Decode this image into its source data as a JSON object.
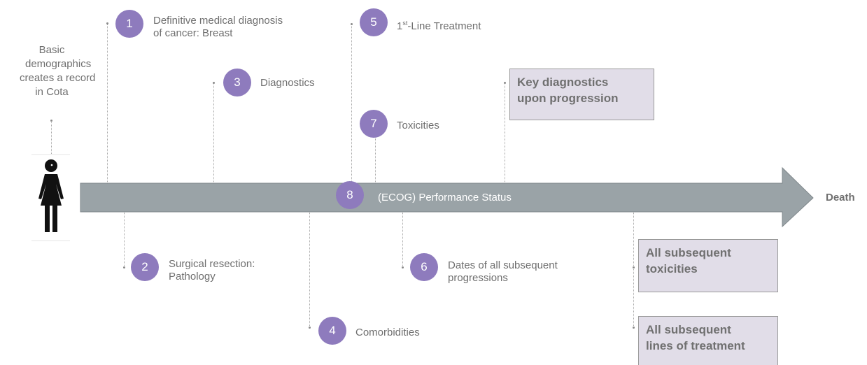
{
  "intro_text": [
    "Basic",
    "demographics",
    "creates a record",
    "in Cota"
  ],
  "end_label": "Death",
  "timeline_label": "(ECOG) Performance Status",
  "colors": {
    "badge": "#8e7bbd",
    "box_fill": "#e1dde8",
    "arrow": "#9aa3a7"
  },
  "icons": {
    "person": "woman-figure-icon"
  },
  "milestones": [
    {
      "number": "1",
      "lines": [
        "Definitive medical diagnosis",
        "of cancer: Breast"
      ]
    },
    {
      "number": "2",
      "lines": [
        "Surgical resection:",
        "Pathology"
      ]
    },
    {
      "number": "3",
      "lines": [
        "Diagnostics"
      ]
    },
    {
      "number": "4",
      "lines": [
        "Comorbidities"
      ]
    },
    {
      "number": "5",
      "prefix": "1",
      "superscript": "st",
      "suffix": "-Line Treatment"
    },
    {
      "number": "6",
      "lines": [
        "Dates of all subsequent",
        "progressions"
      ]
    },
    {
      "number": "7",
      "lines": [
        "Toxicities"
      ]
    },
    {
      "number": "8"
    }
  ],
  "boxes": [
    {
      "lines": [
        "Key diagnostics",
        "upon progression"
      ]
    },
    {
      "lines": [
        "All subsequent",
        "toxicities"
      ]
    },
    {
      "lines": [
        "All subsequent",
        "lines of treatment"
      ]
    }
  ]
}
